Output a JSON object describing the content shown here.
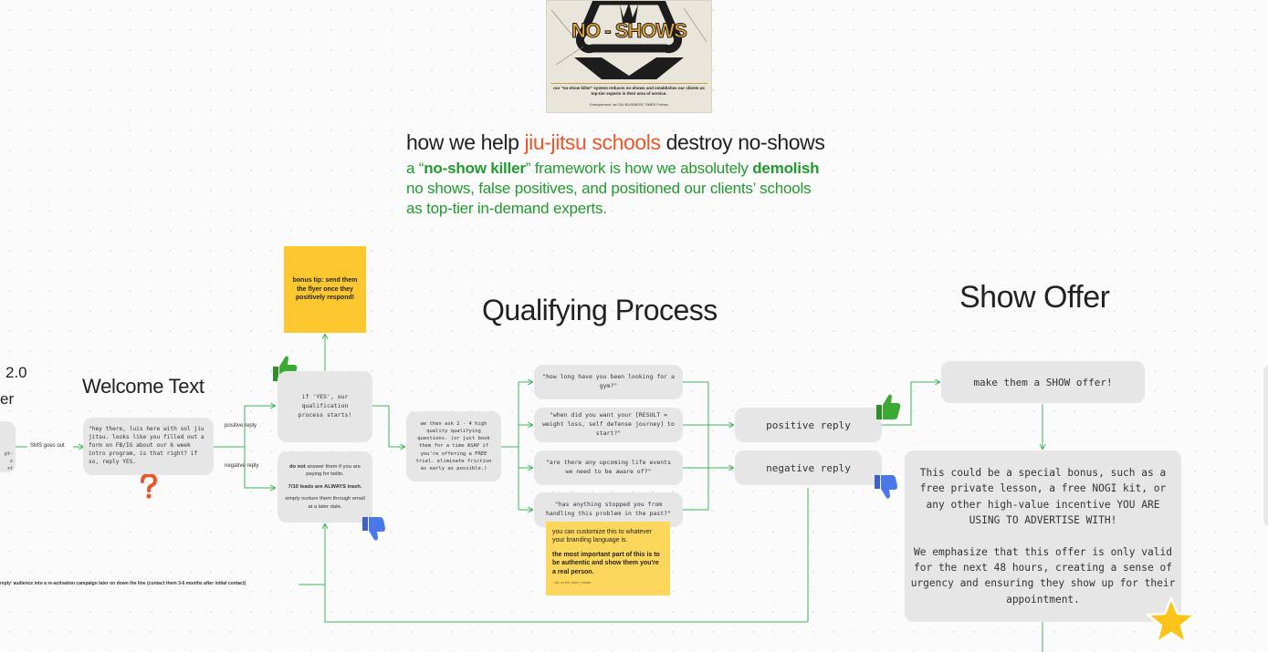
{
  "poster": {
    "title": "NO - SHOWS",
    "caption": "our \"no-show killer\" system reduces no-shows and establishes our clients as top-tier experts in their area of service.",
    "logos": "Entrepreneur  Inc  SIU  BUSINESS TIMES  Forbes"
  },
  "header": {
    "line1_pre": "how we help ",
    "line1_accent": "jiu-jitsu schools",
    "line1_post": " destroy no-shows",
    "line2_pre": "a “",
    "line2_bold1": "no-show killer",
    "line2_mid": "” framework is how we absolutely ",
    "line2_bold2": "demolish",
    "line3": "no shows, false positives, and positioned our clients’ schools",
    "line4": "as top-tier in-demand experts."
  },
  "left_edge": {
    "version": "2.0",
    "partial": "er",
    "card_lines": [
      "pt-",
      "s",
      "xt"
    ],
    "sms_label": "SMS goes out",
    "bottom_label": "reply' audience into a re-activation campaign later on down the line (contact them 3-6 months after initial contact)"
  },
  "welcome": {
    "title": "Welcome Text",
    "message": "\"hey there, luis here with sol jiu jitsu. looks like you filled out a form on FB/IG about our 6 week intro program, is that right? if so, reply YES.",
    "question_mark": "?"
  },
  "branch_labels": {
    "positive": "positive reply",
    "negative": "negative reply"
  },
  "bonus_tip": "bonus tip: send them the flyer once they positively respond!",
  "yes_box": "if 'YES', our qualification process starts!",
  "no_box": {
    "line1_bold": "do not",
    "line1_rest": " answer them if you are paying for twilio.",
    "line2": "7/10 leads are ALWAYS trash.",
    "line3": "simply nurture them through email at a later date."
  },
  "qualifying": {
    "title": "Qualifying Process",
    "intro": "we then ask 2 - 4 high quality qualifying questions. (or just book them for a time ASAP if you're offering a FREE trial. eliminate friction as early as possible.)",
    "questions": [
      "\"how long have you been looking for a gym?\"",
      "\"when did you want your [RESULT = weight loss, self defense journey] to start?\"",
      "\"are there any upcoming life events we need to be aware of?\"",
      "\"has anything stopped you from handling this problem in the past?\""
    ],
    "note_line1": "you can customize this to whatever your branding language is.",
    "note_line2": "the most important part of this is to be authentic and show them you're a real person.",
    "note_sig": "- win at the dojo | tristan"
  },
  "replies": {
    "positive": "positive reply",
    "negative": "negative reply"
  },
  "show_offer": {
    "title": "Show Offer",
    "make_offer": "make them a SHOW offer!",
    "body1": "This could be a special bonus, such as a free private lesson, a free NOGI kit, or any other high-value incentive YOU ARE USING TO ADVERTISE WITH!",
    "body2": "We emphasize that this offer is only valid for the next 48 hours, creating a sense of urgency and ensuring they show up for their appointment."
  },
  "icons": [
    "thumbs-up-icon",
    "thumbs-down-icon",
    "question-mark-icon",
    "star-icon",
    "warning-hand-icon"
  ],
  "colors": {
    "connector": "#3cb558",
    "accent": "#e8572b",
    "green_text": "#229a2f",
    "sticky_orange": "#fcc72f",
    "sticky_yellow": "#fdd75c",
    "thumb_up": "#3aaa35",
    "thumb_down": "#4a78e8",
    "star": "#fcc418"
  }
}
